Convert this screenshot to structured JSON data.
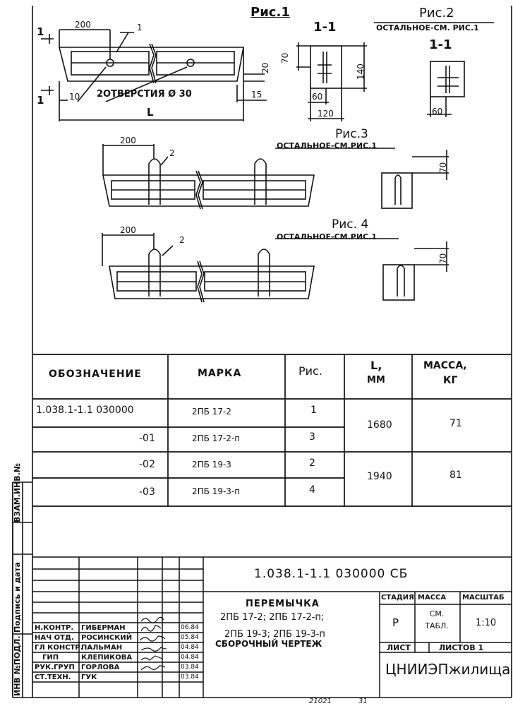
{
  "fig1": {
    "title": "Рис.1",
    "section": "1-1",
    "dims": {
      "d200": "200",
      "d10": "10",
      "d15": "15",
      "d20": "20",
      "L": "L",
      "s70": "70",
      "s140": "140",
      "s60": "60",
      "s120": "120"
    },
    "holes_note": "2ОТВЕРСТИЯ Ø 30",
    "marker_1": "1",
    "section_marks": [
      "1",
      "1"
    ]
  },
  "fig2": {
    "title": "Рис.2",
    "subtitle": "ОСТАЛЬНОЕ-СМ. РИС.1",
    "section": "1-1",
    "d60": "60"
  },
  "fig3": {
    "title": "Рис.3",
    "subtitle": "ОСТАЛЬНОЕ-СМ.РИС.1",
    "d200": "200",
    "marker": "2",
    "d70": "70"
  },
  "fig4": {
    "title": "Рис. 4",
    "subtitle": "ОСТАЛЬНОЕ-СМ.РИС.1",
    "d200": "200",
    "marker": "2",
    "d70": "70"
  },
  "table": {
    "headers": {
      "designation": "ОБОЗНАЧЕНИЕ",
      "mark": "МАРКА",
      "fig": "Рис.",
      "length": "L,",
      "length_unit": "ММ",
      "mass": "МАССА,",
      "mass_unit": "КГ"
    },
    "rows": [
      {
        "designation": "1.038.1-1.1 030000",
        "mark": "2ПБ 17-2",
        "fig": "1"
      },
      {
        "designation": "-01",
        "mark": "2ПБ 17-2-п",
        "fig": "3"
      },
      {
        "designation": "-02",
        "mark": "2ПБ 19-3",
        "fig": "2"
      },
      {
        "designation": "-03",
        "mark": "2ПБ 19-3-п",
        "fig": "4"
      }
    ],
    "groups": [
      {
        "length": "1680",
        "mass": "71"
      },
      {
        "length": "1940",
        "mass": "81"
      }
    ]
  },
  "side": {
    "inv_vzam": "ВЗАМ.ИНВ.№",
    "sign_date": "Подпись и дата",
    "inv_podl": "ИНВ №ПОДЛ."
  },
  "titleblock": {
    "code": "1.038.1-1.1 030000 СБ",
    "product": "ПЕРЕМЫЧКА",
    "marks_line1": "2ПБ 17-2; 2ПБ 17-2-п;",
    "marks_line2": "2ПБ 19-3; 2ПБ 19-3-п",
    "doc_type": "СБОРОЧНЫЙ ЧЕРТЕЖ",
    "stage_h": "СТАДИЯ",
    "mass_h": "МАССА",
    "scale_h": "МАСШТАБ",
    "stage": "Р",
    "mass": "СМ. ТАБЛ.",
    "scale": "1:10",
    "sheet": "ЛИСТ",
    "sheets": "ЛИСТОВ 1",
    "org": "ЦНИИЭПжилища",
    "people": [
      {
        "role": "Н.КОНТР.",
        "name": "ГИБЕРМАН",
        "date": "06.84"
      },
      {
        "role": "НАЧ ОТД.",
        "name": "РОСИНСКИЙ",
        "date": "05.84"
      },
      {
        "role": "ГЛ КОНСТР.",
        "name": "ПАЛЬМАН",
        "date": "04.84"
      },
      {
        "role": "ГИП",
        "name": "КЛЕПИКОВА",
        "date": "04.84"
      },
      {
        "role": "РУК.ГРУП",
        "name": "ГОРЛОВА",
        "date": "03.84"
      },
      {
        "role": "СТ.ТЕХН.",
        "name": "ГУК",
        "date": "03.84"
      }
    ]
  },
  "footer": {
    "num": "21021",
    "page": "31"
  }
}
